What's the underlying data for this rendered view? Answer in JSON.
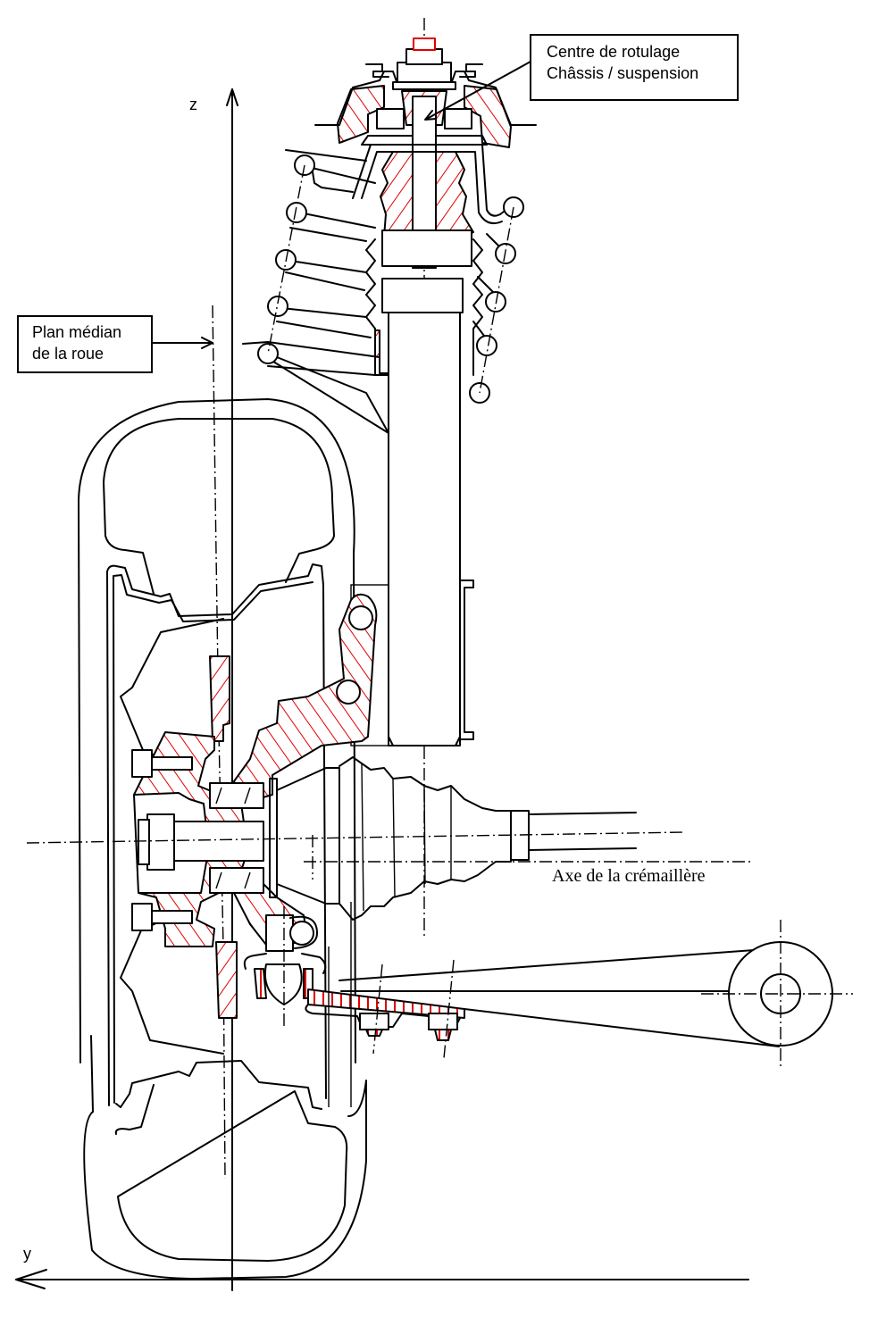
{
  "diagram": {
    "type": "technical-drawing",
    "subject": "McPherson front suspension strut assembly (section view)",
    "hatch_color": "#e00000",
    "line_color": "#000000",
    "axes": {
      "z_label": "z",
      "y_label": "y"
    },
    "callouts": {
      "pivot_center": {
        "line1": "Centre de rotulage",
        "line2": "Châssis / suspension"
      },
      "wheel_median_plane": {
        "line1": "Plan médian",
        "line2": "de la roue"
      },
      "rack_axis": "Axe de la crémaillère"
    },
    "components": [
      "upper-strut-mount",
      "coil-spring",
      "shock-absorber",
      "dust-bellows",
      "tire",
      "wheel-rim",
      "steering-knuckle",
      "wheel-hub",
      "wheel-bearing",
      "drive-shaft-cv-boot",
      "lower-ball-joint",
      "lower-control-arm",
      "brake-disc"
    ]
  }
}
